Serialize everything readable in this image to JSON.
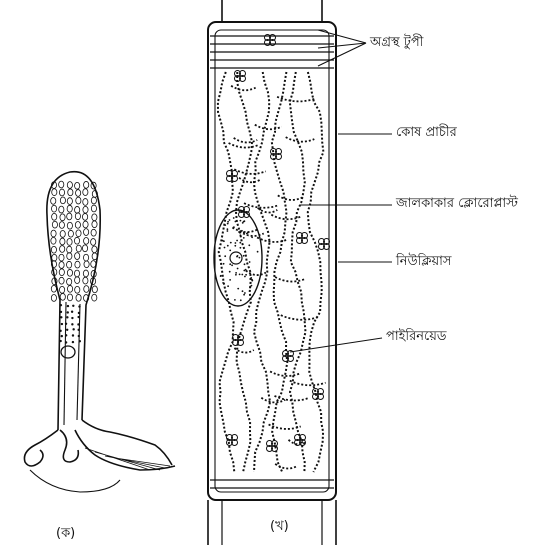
{
  "figure": {
    "labels": {
      "apical_cap": "অগ্রস্থ টুপী",
      "cell_wall": "কোষ প্রাচীর",
      "reticulate_chloroplast": "জালকাকার ক্লোরোপ্লাস্ট",
      "nucleus": "নিউক্লিয়াস",
      "pyrenoid": "পাইরিনয়েড"
    },
    "captions": {
      "left": "(ক)",
      "right": "(খ)"
    }
  }
}
